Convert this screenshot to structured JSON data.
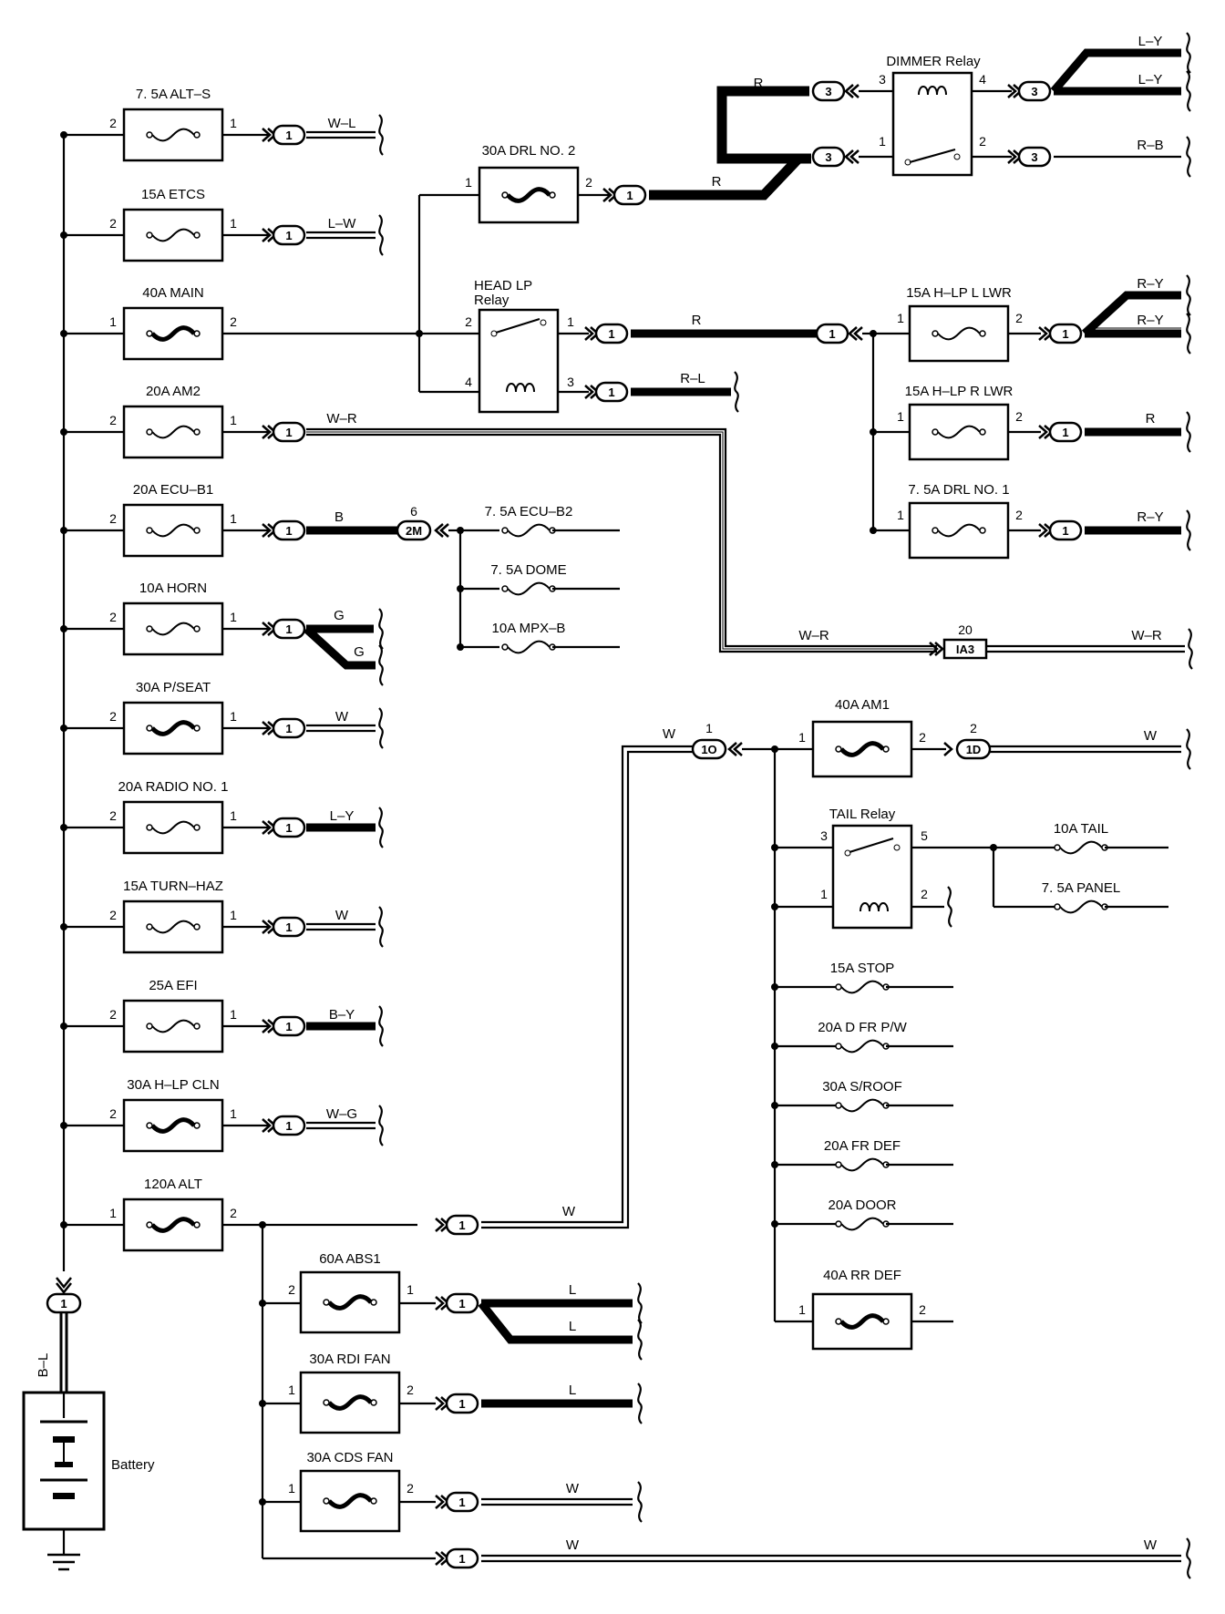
{
  "left_fuses": [
    {
      "label": "7. 5A ALT–S",
      "pin_in": "2",
      "pin_out": "1",
      "conn": "1",
      "wire": "W–L",
      "heavy": false,
      "style": "double"
    },
    {
      "label": "15A ETCS",
      "pin_in": "2",
      "pin_out": "1",
      "conn": "1",
      "wire": "L–W",
      "heavy": false,
      "style": "double"
    },
    {
      "label": "40A MAIN",
      "pin_in": "1",
      "pin_out": "2",
      "conn": "",
      "wire": "",
      "heavy": true,
      "style": "none"
    },
    {
      "label": "20A AM2",
      "pin_in": "2",
      "pin_out": "1",
      "conn": "1",
      "wire": "W–R",
      "heavy": false,
      "style": "none"
    },
    {
      "label": "20A ECU–B1",
      "pin_in": "2",
      "pin_out": "1",
      "conn": "1",
      "wire": "B",
      "heavy": false,
      "style": "none"
    },
    {
      "label": "10A HORN",
      "pin_in": "2",
      "pin_out": "1",
      "conn": "1",
      "wire": "G",
      "heavy": false,
      "style": "none"
    },
    {
      "label": "30A P/SEAT",
      "pin_in": "2",
      "pin_out": "1",
      "conn": "1",
      "wire": "W",
      "heavy": true,
      "style": "double"
    },
    {
      "label": "20A RADIO NO. 1",
      "pin_in": "2",
      "pin_out": "1",
      "conn": "1",
      "wire": "L–Y",
      "heavy": false,
      "style": "thick"
    },
    {
      "label": "15A TURN–HAZ",
      "pin_in": "2",
      "pin_out": "1",
      "conn": "1",
      "wire": "W",
      "heavy": false,
      "style": "double"
    },
    {
      "label": "25A EFI",
      "pin_in": "2",
      "pin_out": "1",
      "conn": "1",
      "wire": "B–Y",
      "heavy": false,
      "style": "thick"
    },
    {
      "label": "30A H–LP CLN",
      "pin_in": "2",
      "pin_out": "1",
      "conn": "1",
      "wire": "W–G",
      "heavy": true,
      "style": "double"
    },
    {
      "label": "120A ALT",
      "pin_in": "1",
      "pin_out": "2",
      "conn": "",
      "wire": "",
      "heavy": true,
      "style": "none"
    }
  ],
  "horn_wire2": "G",
  "battery": {
    "label": "Battery",
    "conn": "1",
    "wire": "B–L"
  },
  "drl2": {
    "label": "30A DRL NO. 2",
    "pin_in": "1",
    "pin_out": "2",
    "conn": "1",
    "wire": "R"
  },
  "dimmer": {
    "label": "DIMMER Relay",
    "pins": [
      "3",
      "4",
      "1",
      "2"
    ],
    "conn": "3",
    "wires": [
      "R",
      "L–Y",
      "L–Y",
      "R–B"
    ]
  },
  "headlp": {
    "label1": "HEAD LP",
    "label2": "Relay",
    "pins": [
      "2",
      "1",
      "4",
      "3"
    ],
    "conn": "1",
    "wire_r": "R",
    "wire_rl": "R–L",
    "conn_right": "1"
  },
  "right_fuses": [
    {
      "label": "15A H–LP L LWR",
      "pin_in": "1",
      "pin_out": "2",
      "conn": "1",
      "wires": [
        "R–Y",
        "R–Y"
      ]
    },
    {
      "label": "15A H–LP R LWR",
      "pin_in": "1",
      "pin_out": "2",
      "conn": "1",
      "wires": [
        "R"
      ]
    },
    {
      "label": "7. 5A DRL NO. 1",
      "pin_in": "1",
      "pin_out": "2",
      "conn": "1",
      "wires": [
        "R–Y"
      ]
    }
  ],
  "ecu_b1_junction": {
    "pin": "6",
    "conn": "2M"
  },
  "small_fuses_a": [
    "7. 5A ECU–B2",
    "7. 5A DOME",
    "10A MPX–B"
  ],
  "am2_route": {
    "wire": "W–R",
    "pin": "20",
    "conn": "IA3",
    "wire_out": "W–R"
  },
  "am1": {
    "label": "40A AM1",
    "pin_in": "1",
    "pin_out": "2",
    "conn_in_pin": "1",
    "conn_in": "1O",
    "conn_out_pin": "2",
    "conn_out": "1D",
    "wire_in": "W",
    "wire_out": "W"
  },
  "tail_relay": {
    "label": "TAIL Relay",
    "pins": [
      "3",
      "5",
      "1",
      "2"
    ]
  },
  "tail_fuses": [
    "10A TAIL",
    "7. 5A PANEL"
  ],
  "small_fuses_b": [
    "15A STOP",
    "20A D FR P/W",
    "30A S/ROOF",
    "20A FR DEF",
    "20A DOOR"
  ],
  "rr_def": {
    "label": "40A RR DEF",
    "pin_in": "1",
    "pin_out": "2"
  },
  "alt_out": {
    "conn": "1",
    "wire": "W"
  },
  "bottom_fuses": [
    {
      "label": "60A ABS1",
      "pin_in": "2",
      "pin_out": "1",
      "conn": "1",
      "wires": [
        "L",
        "L"
      ]
    },
    {
      "label": "30A RDI FAN",
      "pin_in": "1",
      "pin_out": "2",
      "conn": "1",
      "wires": [
        "L"
      ]
    },
    {
      "label": "30A CDS FAN",
      "pin_in": "1",
      "pin_out": "2",
      "conn": "1",
      "wires": [
        "W"
      ]
    }
  ],
  "bottom_wire": {
    "conn": "1",
    "wire": "W",
    "wire_end": "W"
  }
}
